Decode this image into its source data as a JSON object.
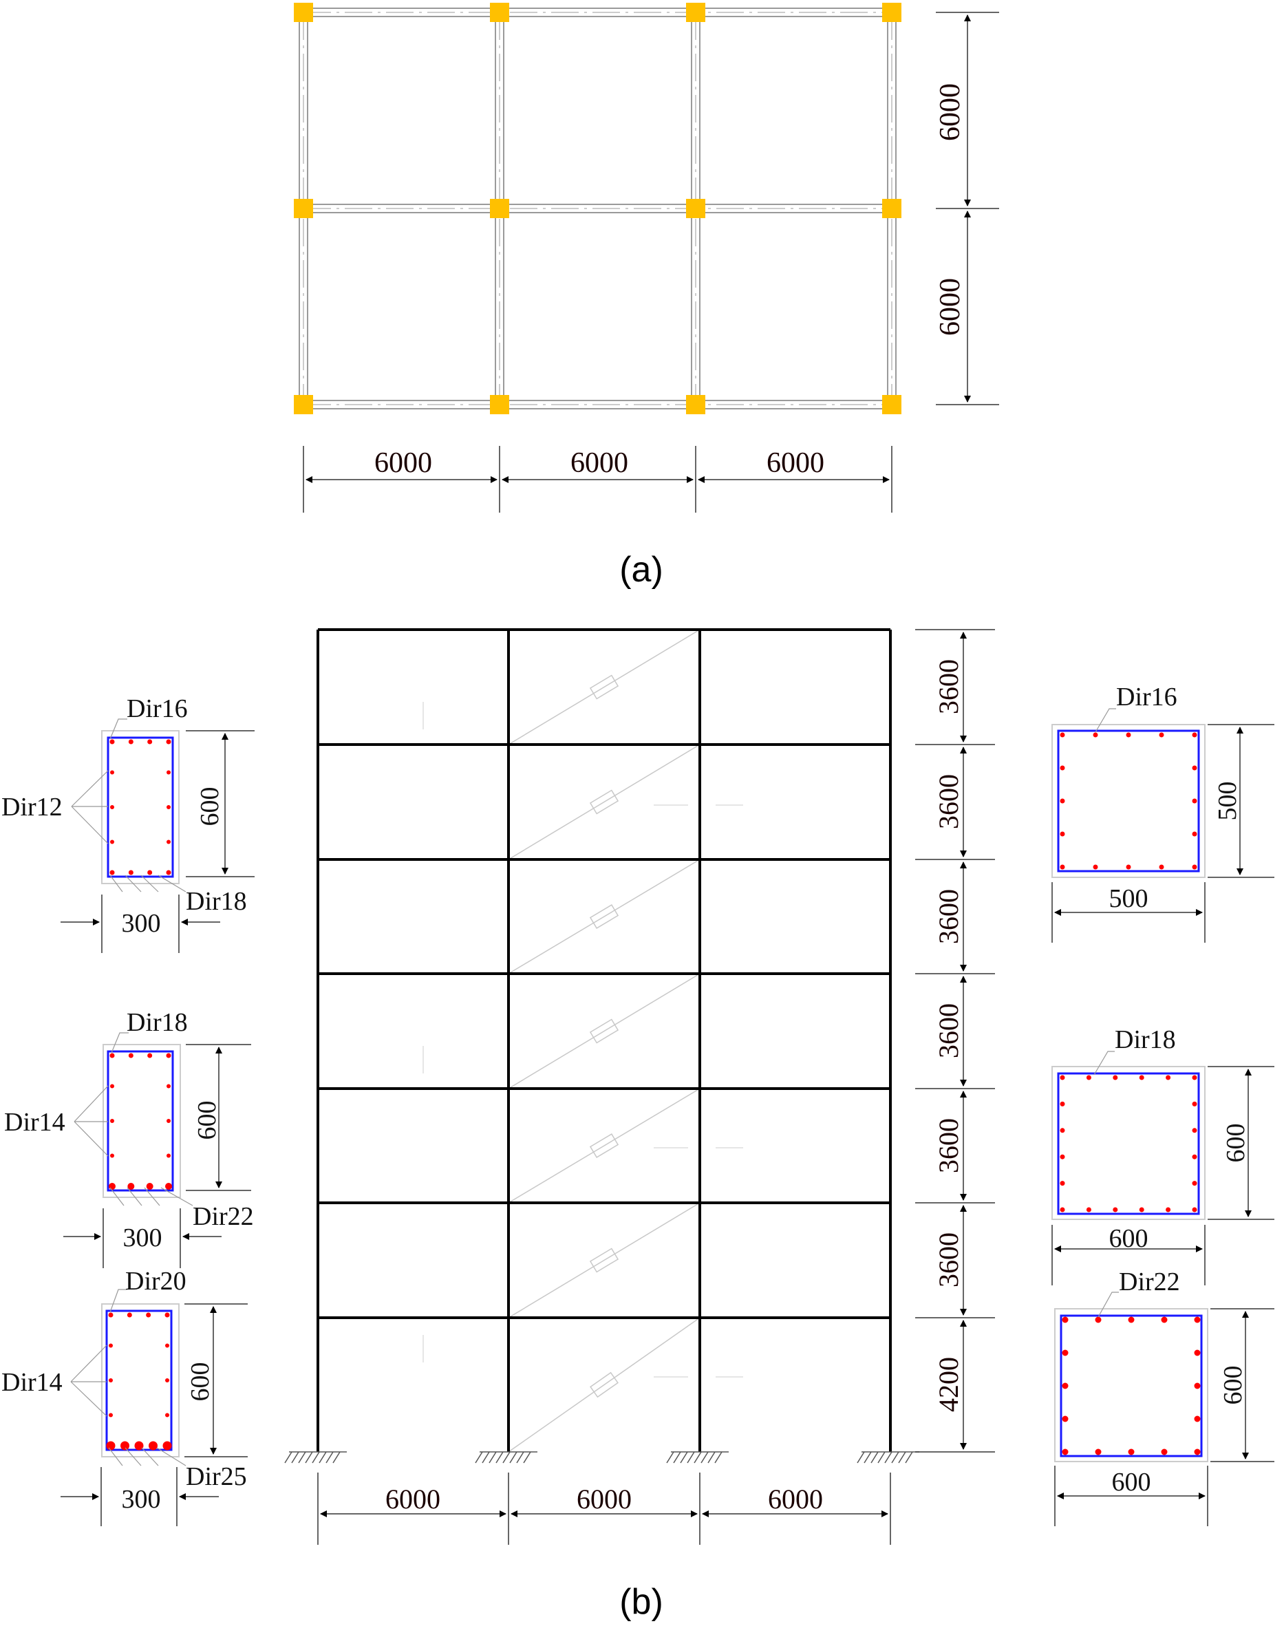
{
  "colors": {
    "column": "#FFC000",
    "stirrup": "#1a1aff",
    "rebar": "#ff0000",
    "frame": "#000000",
    "dim_text": "#1a0000"
  },
  "plan": {
    "caption": "(a)",
    "dim_x": [
      "6000",
      "6000",
      "6000"
    ],
    "dim_y": [
      "6000",
      "6000"
    ]
  },
  "elevation": {
    "caption": "(b)",
    "bay_dims": [
      "6000",
      "6000",
      "6000"
    ],
    "story_heights": [
      "3600",
      "3600",
      "3600",
      "3600",
      "3600",
      "3600",
      "4200"
    ]
  },
  "beam_sections": [
    {
      "top": "Dir16",
      "side": "Dir12",
      "bottom": "Dir18",
      "width": "300",
      "height": "600"
    },
    {
      "top": "Dir18",
      "side": "Dir14",
      "bottom": "Dir22",
      "width": "300",
      "height": "600"
    },
    {
      "top": "Dir20",
      "side": "Dir14",
      "bottom": "Dir25",
      "width": "300",
      "height": "600"
    }
  ],
  "column_sections": [
    {
      "label": "Dir16",
      "width": "500",
      "height": "500"
    },
    {
      "label": "Dir18",
      "width": "600",
      "height": "600"
    },
    {
      "label": "Dir22",
      "width": "600",
      "height": "600"
    }
  ]
}
